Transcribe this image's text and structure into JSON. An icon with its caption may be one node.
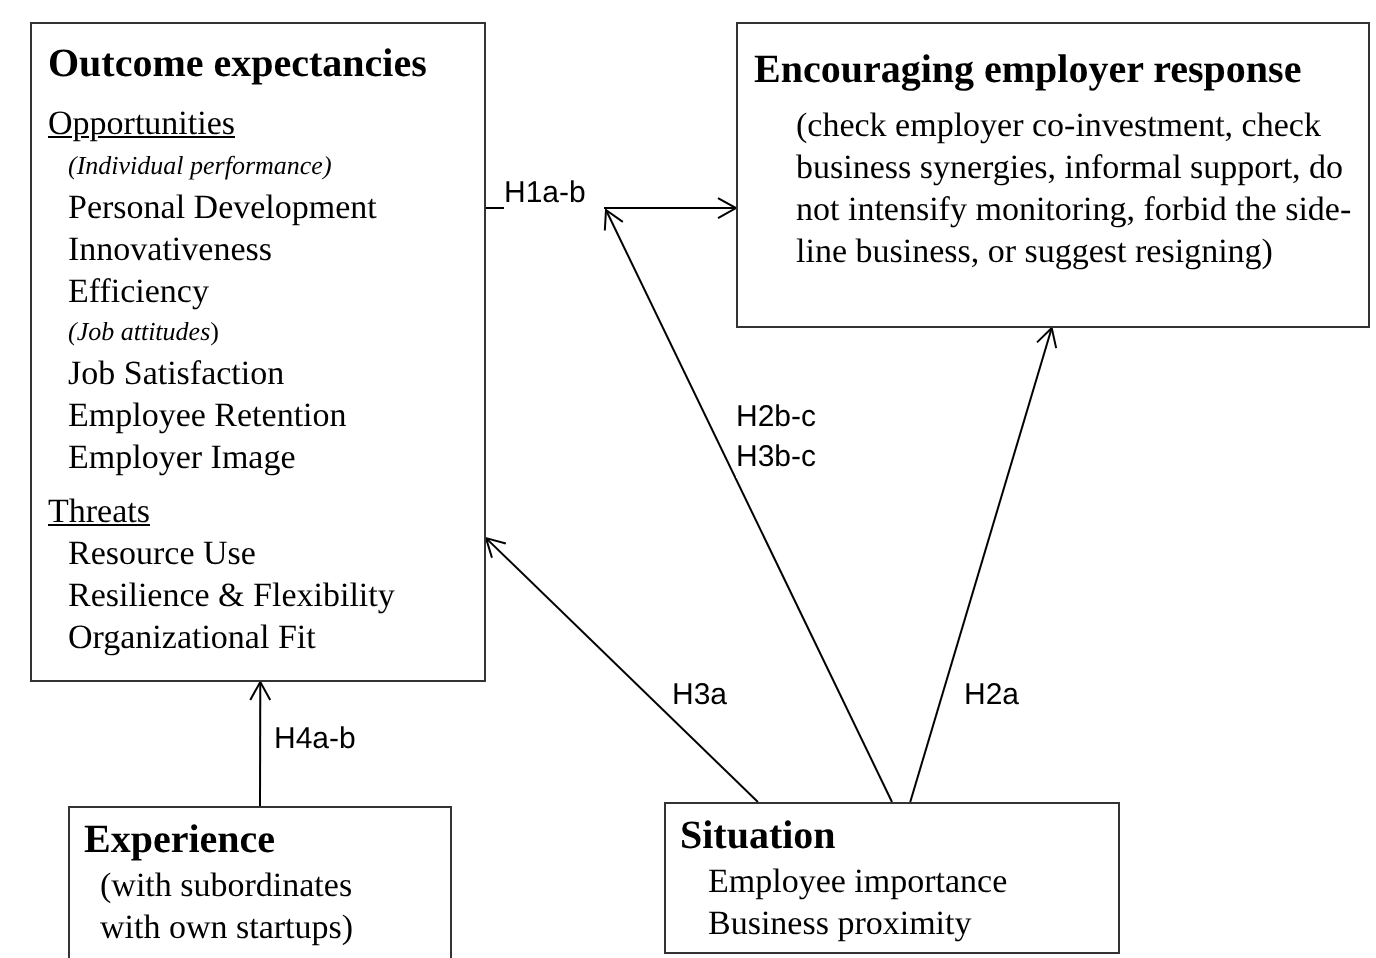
{
  "diagram": {
    "nodes": [
      {
        "text": [
          "Outcome expectancies",
          "Opportunities",
          "(Individual performance)",
          "Personal Development",
          "Innovativeness",
          "Efficiency",
          "*(Job attitudes*)",
          "Job Satisfaction",
          "Employee Retention",
          "Employer Image",
          "Threats",
          "Resource Use",
          "Resilience & Flexibility",
          "Organizational Fit"
        ]
      },
      {
        "text": [
          "Encouraging employer response",
          "(check employer co-investment, check business synergies, informal support, do not intensify monitoring, forbid the side-line business, or suggest resigning)"
        ]
      },
      {
        "text": [
          "Experience",
          "(with subordinates with own startups)"
        ]
      },
      {
        "text": [
          "Situation",
          "Employee importance",
          "Business proximity"
        ]
      }
    ],
    "edges": [
      {
        "from": 0,
        "to": 1,
        "arrow": "to",
        "label": "H1a-b"
      },
      {
        "from": 3,
        "to": null,
        "arrow": "to",
        "label": "H2b-c H3b-c"
      },
      {
        "from": 3,
        "to": 0,
        "arrow": "to",
        "label": "H3a"
      },
      {
        "from": 3,
        "to": 1,
        "arrow": "to",
        "label": "H2a"
      },
      {
        "from": 2,
        "to": 0,
        "arrow": "to",
        "label": "H4a-b"
      }
    ]
  }
}
